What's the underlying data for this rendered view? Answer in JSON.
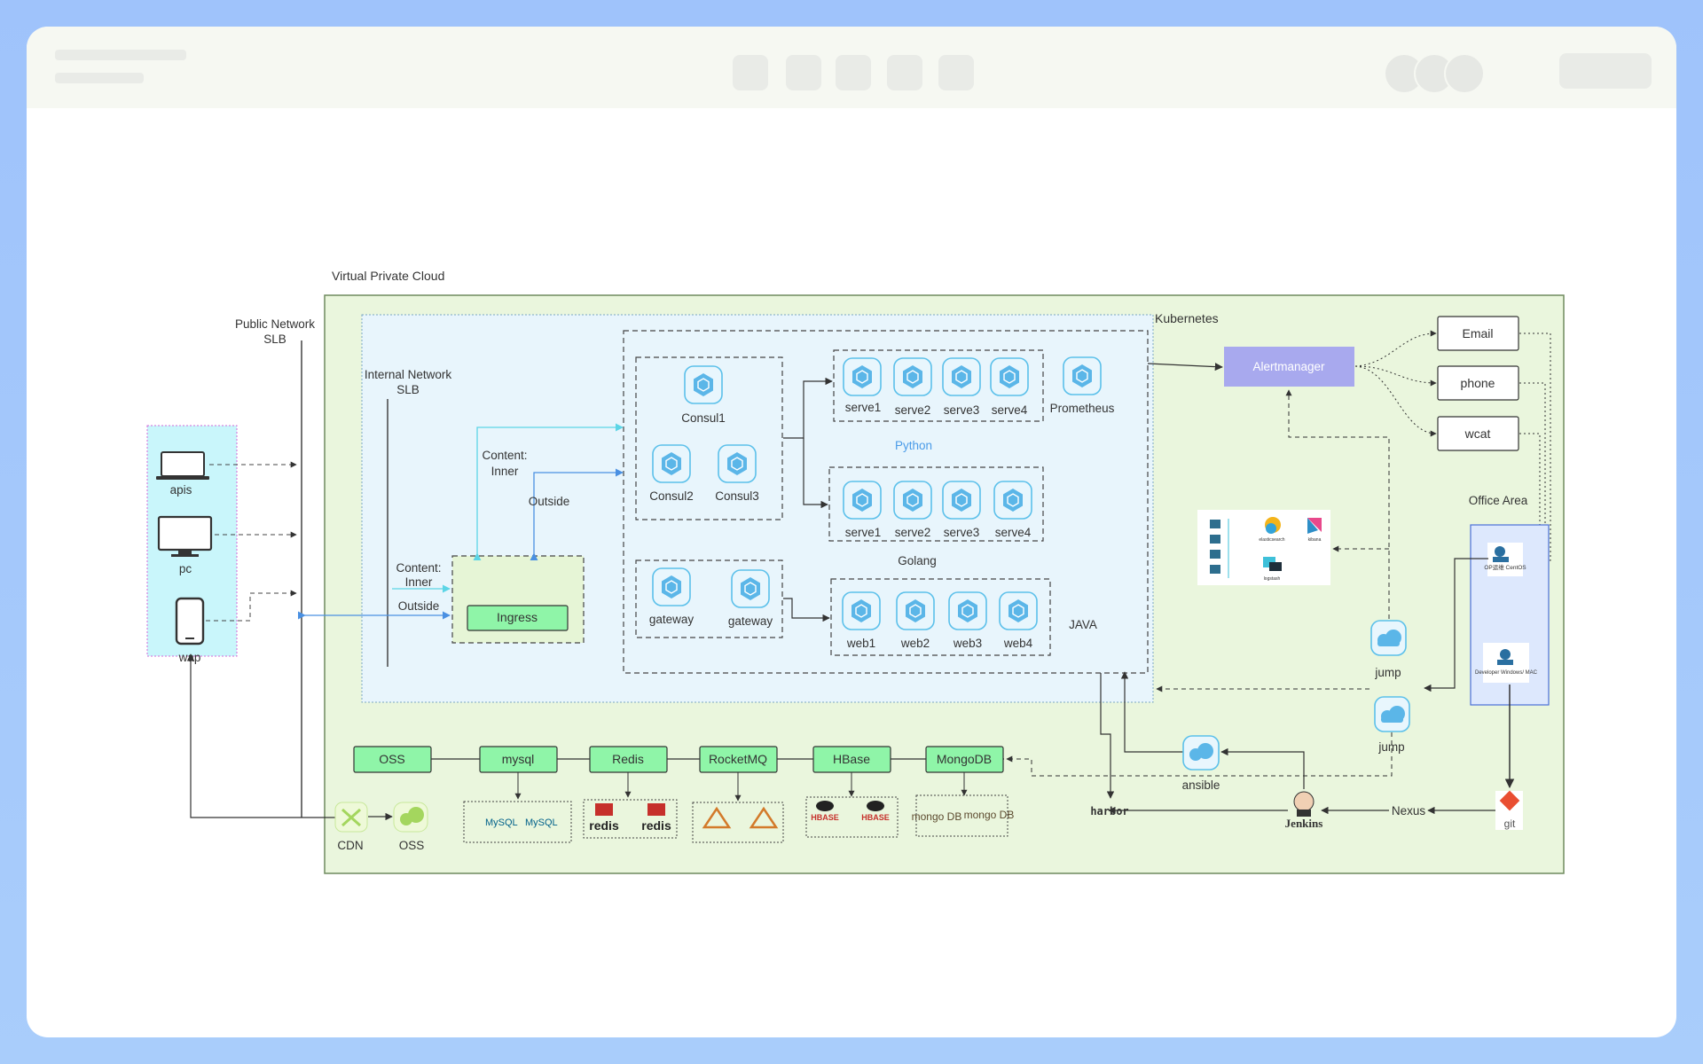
{
  "app": {
    "title": "",
    "subtitle": ""
  },
  "diagram": {
    "vpc_label": "Virtual Private Cloud",
    "public_slb": [
      "Public Network",
      "SLB"
    ],
    "internal_slb": [
      "Internal Network",
      "SLB"
    ],
    "kubernetes_label": "Kubernetes",
    "office_area_label": "Office Area",
    "clients": [
      "apis",
      "pc",
      "wap"
    ],
    "content_inner_top": [
      "Content:",
      "Inner"
    ],
    "outside_top": "Outside",
    "content_inner_left": [
      "Content:",
      "Inner"
    ],
    "outside_left": "Outside",
    "ingress": "Ingress",
    "consul": [
      "Consul1",
      "Consul2",
      "Consul3"
    ],
    "python_serves": [
      "serve1",
      "serve2",
      "serve3",
      "serve4"
    ],
    "prometheus": "Prometheus",
    "python_label": "Python",
    "golang_serves": [
      "serve1",
      "serve2",
      "serve3",
      "serve4"
    ],
    "golang_label": "Golang",
    "gateways": [
      "gateway",
      "gateway"
    ],
    "java_webs": [
      "web1",
      "web2",
      "web3",
      "web4"
    ],
    "java_label": "JAVA",
    "alertmanager": "Alertmanager",
    "notify": [
      "Email",
      "phone",
      "wcat"
    ],
    "jump": [
      "jump",
      "jump"
    ],
    "data_stores": [
      "OSS",
      "mysql",
      "Redis",
      "RocketMQ",
      "HBase",
      "MongoDB"
    ],
    "store_logos": {
      "mysql": [
        "MySQL",
        "MySQL"
      ],
      "redis": [
        "redis",
        "redis"
      ],
      "hbase": [
        "HBASE",
        "HBASE"
      ],
      "mongodb": [
        "mongo DB",
        "mongo DB"
      ]
    },
    "cdn": "CDN",
    "oss_cloud": "OSS",
    "ansible": "ansible",
    "harbor": "harbor",
    "jenkins": "Jenkins",
    "nexus": "Nexus",
    "git": "git",
    "office_devices": [
      "OP运维 CentOS",
      "Developer Windows/ MAC"
    ],
    "elk": [
      "elasticsearch",
      "kibana",
      "logstash"
    ]
  },
  "colors": {
    "vpc_fill": "#eaf6dd",
    "k8s_fill": "#e8f5fc",
    "client_fill": "#c9f6fb",
    "office_fill": "#dde8fd",
    "green_box": "#8ff5a8",
    "alert_fill": "#a8a9ee",
    "python_text": "#4a9be8",
    "arrow_blue": "#4a90e2",
    "arrow_cyan": "#5cd5e6"
  }
}
